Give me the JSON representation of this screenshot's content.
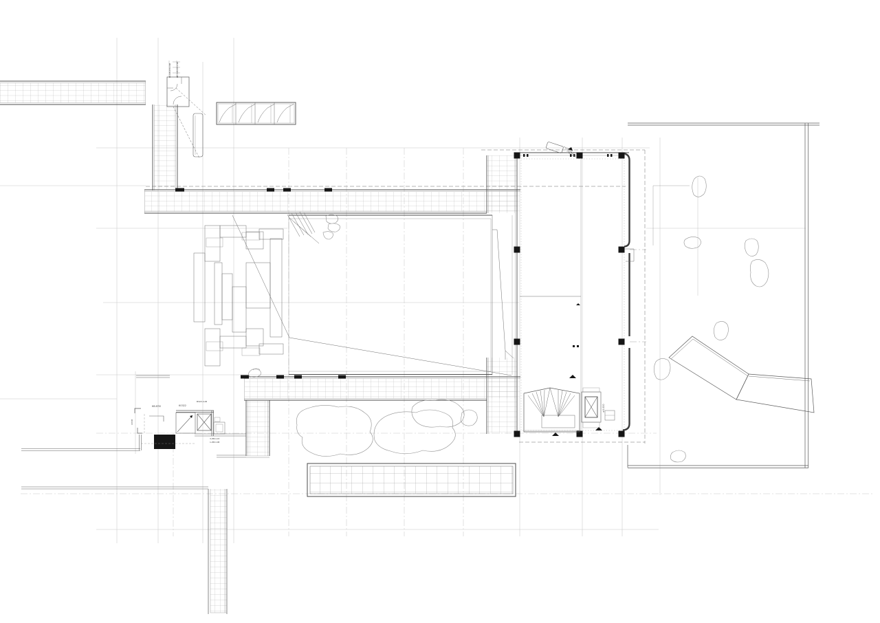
{
  "palette": {
    "background": "#ffffff",
    "ink": "#4a4a4a",
    "ink_strong": "#161616",
    "construction_grid": "#c7c7c7",
    "hatch": "#9a9a9a",
    "wall_thick": "#3d3d3d"
  },
  "annotations": {
    "stair_note_1": "Н-228.0УС2.9В",
    "stair_note_2": "НС-228.0УС2.9В",
    "room_label_1": "КВ.ЕПО",
    "room_label_2": "КО322",
    "room_label_3": "ВЧ03.СлВ",
    "room_label_4": "СУ3Л",
    "room_label_5": "3-ЛВ.СлЗ",
    "room_label_6": "1-ЛВ.СлВ",
    "level_marker": "±0.000"
  }
}
